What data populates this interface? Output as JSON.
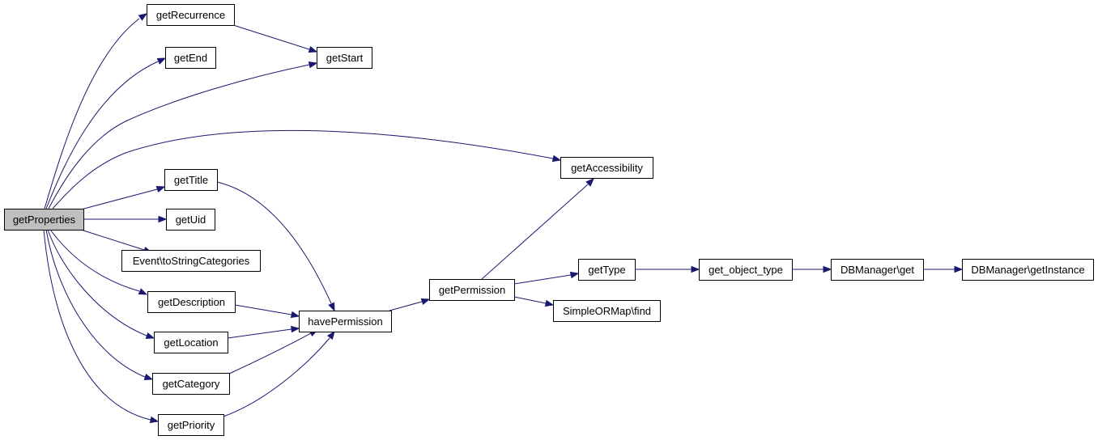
{
  "colors": {
    "edge": "#191970",
    "root_fill": "#bfbfbf",
    "node_fill": "#ffffff",
    "node_border": "#000000"
  },
  "nodes": [
    {
      "id": "getProperties",
      "label": "getProperties",
      "root": true
    },
    {
      "id": "getRecurrence",
      "label": "getRecurrence"
    },
    {
      "id": "getEnd",
      "label": "getEnd"
    },
    {
      "id": "getStart",
      "label": "getStart"
    },
    {
      "id": "getTitle",
      "label": "getTitle"
    },
    {
      "id": "getUid",
      "label": "getUid"
    },
    {
      "id": "toStringCategories",
      "label": "Event\\toStringCategories"
    },
    {
      "id": "getDescription",
      "label": "getDescription"
    },
    {
      "id": "getLocation",
      "label": "getLocation"
    },
    {
      "id": "getCategory",
      "label": "getCategory"
    },
    {
      "id": "getPriority",
      "label": "getPriority"
    },
    {
      "id": "havePermission",
      "label": "havePermission"
    },
    {
      "id": "getPermission",
      "label": "getPermission"
    },
    {
      "id": "getAccessibility",
      "label": "getAccessibility"
    },
    {
      "id": "getType",
      "label": "getType"
    },
    {
      "id": "findOrm",
      "label": "SimpleORMap\\find"
    },
    {
      "id": "getObjectType",
      "label": "get_object_type"
    },
    {
      "id": "dbGet",
      "label": "DBManager\\get"
    },
    {
      "id": "dbGetInstance",
      "label": "DBManager\\getInstance"
    }
  ],
  "edges": [
    {
      "from": "getProperties",
      "to": "getRecurrence"
    },
    {
      "from": "getProperties",
      "to": "getEnd"
    },
    {
      "from": "getProperties",
      "to": "getStart"
    },
    {
      "from": "getProperties",
      "to": "getAccessibility"
    },
    {
      "from": "getProperties",
      "to": "getTitle"
    },
    {
      "from": "getProperties",
      "to": "getUid"
    },
    {
      "from": "getProperties",
      "to": "toStringCategories"
    },
    {
      "from": "getProperties",
      "to": "getDescription"
    },
    {
      "from": "getProperties",
      "to": "getLocation"
    },
    {
      "from": "getProperties",
      "to": "getCategory"
    },
    {
      "from": "getProperties",
      "to": "getPriority"
    },
    {
      "from": "getRecurrence",
      "to": "getStart"
    },
    {
      "from": "getTitle",
      "to": "havePermission"
    },
    {
      "from": "getDescription",
      "to": "havePermission"
    },
    {
      "from": "getLocation",
      "to": "havePermission"
    },
    {
      "from": "getCategory",
      "to": "havePermission"
    },
    {
      "from": "getPriority",
      "to": "havePermission"
    },
    {
      "from": "havePermission",
      "to": "getPermission"
    },
    {
      "from": "getPermission",
      "to": "getAccessibility"
    },
    {
      "from": "getPermission",
      "to": "getType"
    },
    {
      "from": "getPermission",
      "to": "findOrm"
    },
    {
      "from": "getType",
      "to": "getObjectType"
    },
    {
      "from": "getObjectType",
      "to": "dbGet"
    },
    {
      "from": "dbGet",
      "to": "dbGetInstance"
    }
  ]
}
